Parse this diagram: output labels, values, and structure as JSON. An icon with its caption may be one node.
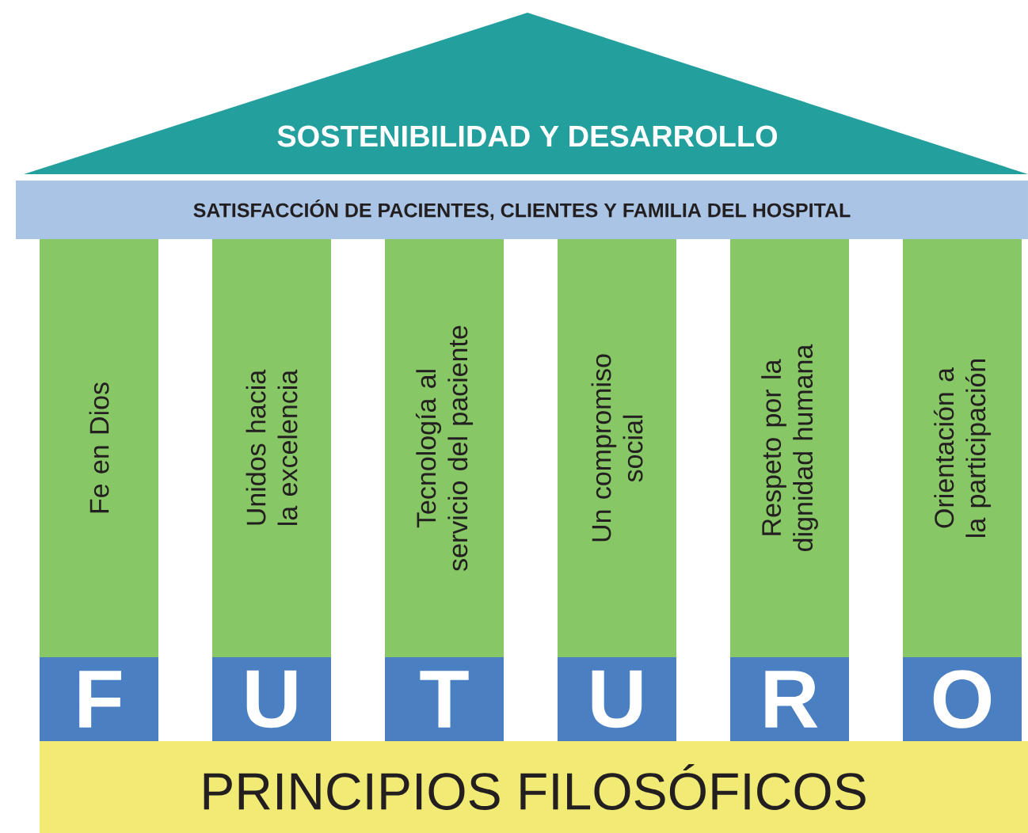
{
  "diagram": {
    "nodes": [
      {
        "text": [
          "SOSTENIBILIDAD Y DESARROLLO"
        ]
      },
      {
        "text": [
          "SATISFACCIÓN DE PACIENTES, CLIENTES Y FAMILIA DEL HOSPITAL"
        ]
      },
      {
        "text": [
          "Fe en Dios"
        ]
      },
      {
        "text": [
          "Unidos hacia la excelencia"
        ]
      },
      {
        "text": [
          "Tecnología al servicio del paciente"
        ]
      },
      {
        "text": [
          "Un compromiso social"
        ]
      },
      {
        "text": [
          "Respeto por la dignidad humana"
        ]
      },
      {
        "text": [
          "Orientación a la participación"
        ]
      },
      {
        "text": [
          "F"
        ]
      },
      {
        "text": [
          "U"
        ]
      },
      {
        "text": [
          "T"
        ]
      },
      {
        "text": [
          "U"
        ]
      },
      {
        "text": [
          "R"
        ]
      },
      {
        "text": [
          "O"
        ]
      },
      {
        "text": [
          "PRINCIPIOS FILOSÓFICOS"
        ]
      }
    ]
  }
}
